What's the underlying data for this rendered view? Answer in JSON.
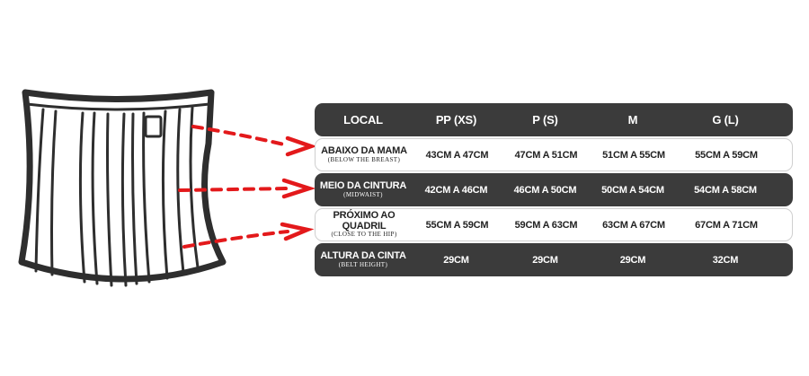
{
  "table": {
    "header": {
      "local": "LOCAL",
      "sizes": [
        "PP (XS)",
        "P (S)",
        "M",
        "G (L)"
      ]
    },
    "rows": [
      {
        "label": "ABAIXO DA MAMA",
        "sublabel": "(BELOW THE BREAST)",
        "values": [
          "43CM A 47CM",
          "47CM A 51CM",
          "51CM A 55CM",
          "55CM A 59CM"
        ]
      },
      {
        "label": "MEIO DA CINTURA",
        "sublabel": "(MIDWAIST)",
        "values": [
          "42CM A 46CM",
          "46CM A 50CM",
          "50CM A 54CM",
          "54CM A 58CM"
        ]
      },
      {
        "label": "PRÓXIMO AO QUADRIL",
        "sublabel": "(CLOSE TO THE HIP)",
        "values": [
          "55CM A 59CM",
          "59CM A 63CM",
          "63CM A 67CM",
          "67CM A 71CM"
        ]
      },
      {
        "label": "ALTURA DA CINTA",
        "sublabel": "(BELT HEIGHT)",
        "values": [
          "29CM",
          "29CM",
          "29CM",
          "32CM"
        ]
      }
    ]
  },
  "colors": {
    "dark_row": "#3b3b3b",
    "arrow": "#e3191b",
    "outline": "#2e2e2e"
  },
  "icons": [
    "waist-belt-illustration",
    "dashed-arrow-icon"
  ]
}
